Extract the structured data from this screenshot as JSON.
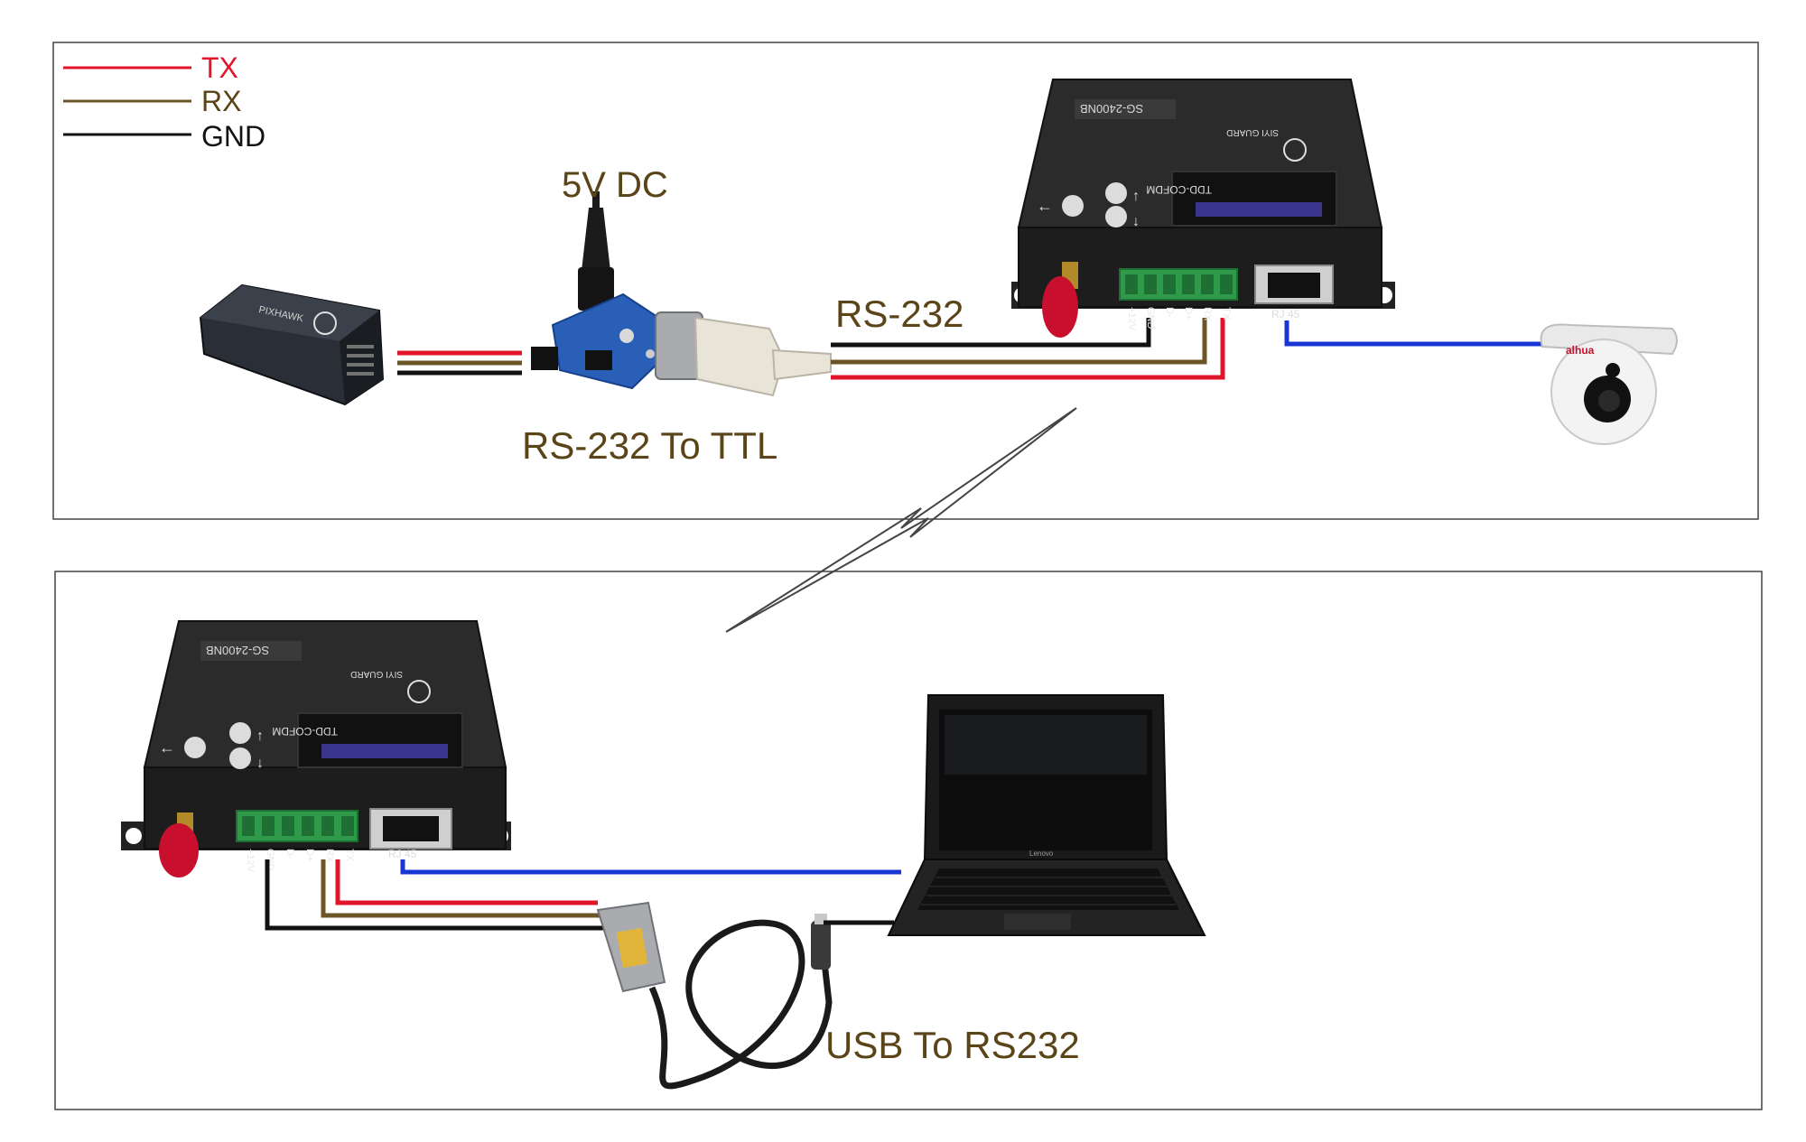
{
  "legend": {
    "tx": {
      "label": "TX",
      "color": "#e2142b"
    },
    "rx": {
      "label": "RX",
      "color": "#6b5426"
    },
    "gnd": {
      "label": "GND",
      "color": "#111111"
    }
  },
  "top_panel": {
    "power_label": "5V DC",
    "interface_label": "RS-232",
    "converter_label": "RS-232 To TTL",
    "flight_controller": {
      "text": "PIXHAWK"
    },
    "radio": {
      "model": "SG-2400NB",
      "brand": "SIYI GUARD",
      "screen": "TDD-COFDM",
      "terminals": [
        "+12V",
        "GND",
        "D-",
        "D+",
        "RX",
        "TX"
      ],
      "port_label": "RJ 45"
    },
    "camera": {
      "brand": "alhua"
    }
  },
  "bottom_panel": {
    "adapter_label": "USB To RS232",
    "radio": {
      "model": "SG-2400NB",
      "brand": "SIYI GUARD",
      "screen": "TDD-COFDM",
      "terminals": [
        "+12V",
        "GND",
        "D-",
        "D+",
        "RX",
        "TX"
      ],
      "port_label": "RJ 45"
    },
    "laptop": {
      "brand": "Lenovo"
    }
  },
  "colors": {
    "ethernet": "#1736d4",
    "label_text": "#5a4418",
    "legend_text_tx": "#e2142b",
    "legend_text_rx": "#5a4418",
    "legend_text_gnd": "#111111",
    "panel_border": "#444444",
    "device_body": "#1d1d1d",
    "terminal_green": "#2f9a4a",
    "antenna_red": "#c8102e",
    "pcb_blue": "#2a5fb8"
  }
}
